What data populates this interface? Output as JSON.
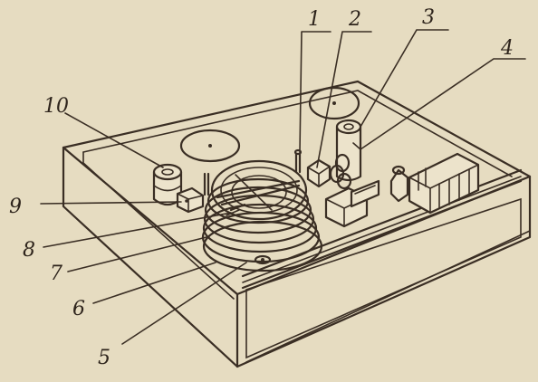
{
  "diagram": {
    "callouts": [
      {
        "id": "1",
        "label": "1"
      },
      {
        "id": "2",
        "label": "2"
      },
      {
        "id": "3",
        "label": "3"
      },
      {
        "id": "4",
        "label": "4"
      },
      {
        "id": "5",
        "label": "5"
      },
      {
        "id": "6",
        "label": "6"
      },
      {
        "id": "7",
        "label": "7"
      },
      {
        "id": "8",
        "label": "8"
      },
      {
        "id": "9",
        "label": "9"
      },
      {
        "id": "10",
        "label": "10"
      }
    ],
    "colors": {
      "paper": "#e6dcc1",
      "ink": "#3a2e24"
    }
  }
}
